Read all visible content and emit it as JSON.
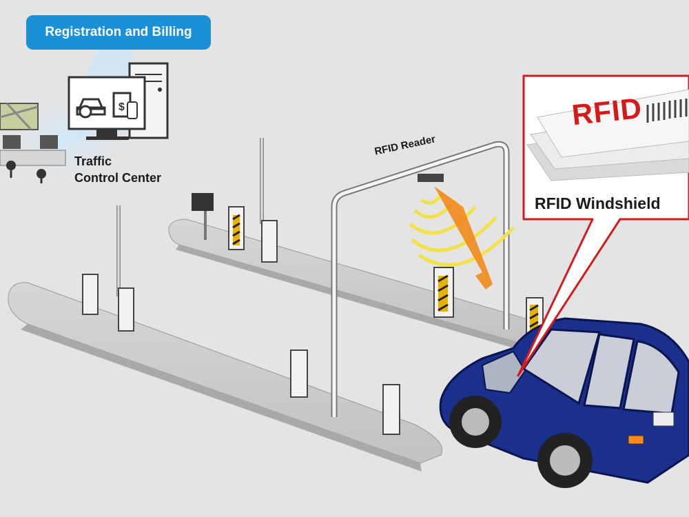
{
  "labels": {
    "registration": "Registration and Billing",
    "traffic_line1": "Traffic",
    "traffic_line2": "Control Center",
    "rfid_reader": "RFID Reader",
    "rfid_windshield": "RFID Windshield",
    "tag_text": "RFID"
  },
  "colors": {
    "background": "#e4e4e4",
    "callout_blue": "#1a90d9",
    "callout_red": "#d41a1a",
    "car_body": "#1b2f8c",
    "signal_wave": "#f2e24a",
    "signal_bolt": "#f08a1c",
    "island": "#c9c9c9"
  },
  "icons": [
    "computer-icon",
    "car-search-icon",
    "invoice-icon",
    "control-room-icon",
    "toll-gantry-icon",
    "rfid-reader-icon",
    "signal-wave-icon",
    "car-icon",
    "rfid-tag-icon"
  ]
}
